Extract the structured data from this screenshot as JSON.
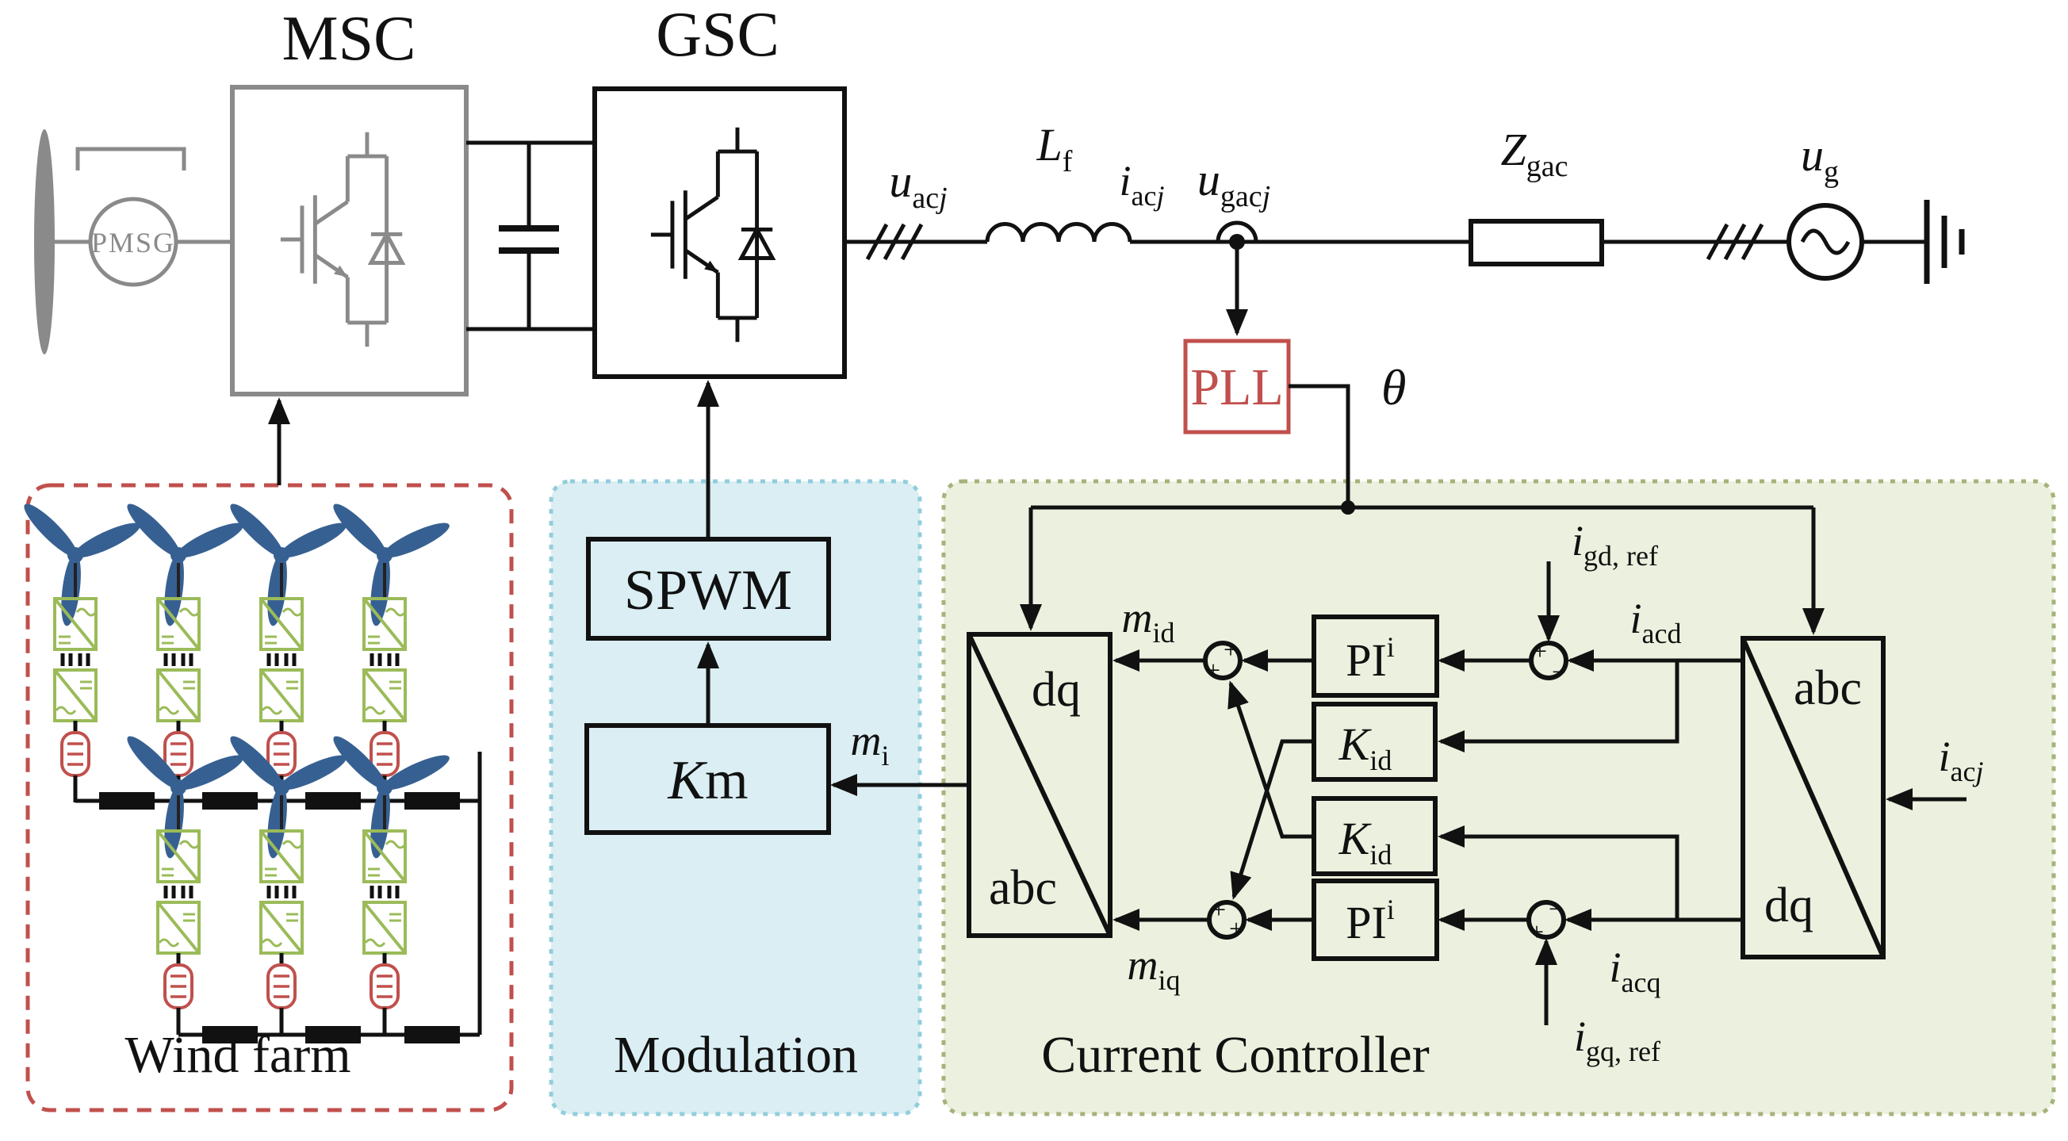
{
  "colors": {
    "gray": "#8a8a8a",
    "pll_red": "#c0504d",
    "wind_border": "#c0504d",
    "coil_red": "#c0504d",
    "blade_blue": "#376092",
    "converter_green": "#9bbb59",
    "modulation_bg": "#daeef3",
    "modulation_border": "#92cddc",
    "controller_bg": "#ebf1de",
    "controller_border": "#a6b27a"
  },
  "labels": {
    "msc": "MSC",
    "gsc": "GSC",
    "pmsg": "PMSG",
    "u_acj": {
      "base": "u",
      "sub": "ac",
      "subj": "j"
    },
    "l_f": {
      "base": "L",
      "sub": "f"
    },
    "i_acj": {
      "base": "i",
      "sub": "ac",
      "subj": "j"
    },
    "u_gacj": {
      "base": "u",
      "sub": "gac",
      "subj": "j"
    },
    "z_gac": {
      "base": "Z",
      "sub": "gac"
    },
    "u_g": {
      "base": "u",
      "sub": "g"
    },
    "pll": "PLL",
    "theta": "θ"
  },
  "wind_farm": {
    "label": "Wind farm"
  },
  "modulation": {
    "label": "Modulation",
    "spwm": "SPWM",
    "km": {
      "base": "K",
      "suffix": "m"
    },
    "m_i": {
      "base": "m",
      "sub": "i"
    }
  },
  "current_controller": {
    "label": "Current Controller",
    "dq_abc_block": {
      "top": "dq",
      "bottom": "abc"
    },
    "abc_dq_block": {
      "top": "abc",
      "bottom": "dq"
    },
    "m_id": {
      "base": "m",
      "sub": "id"
    },
    "m_iq": {
      "base": "m",
      "sub": "iq"
    },
    "pi_top": {
      "base": "PI",
      "sup": "i"
    },
    "pi_bottom": {
      "base": "PI",
      "sup": "i"
    },
    "k_top": {
      "base": "K",
      "sub": "id"
    },
    "k_bottom": {
      "base": "K",
      "sub": "id"
    },
    "i_gd_ref": {
      "base": "i",
      "sub": "gd, ref"
    },
    "i_acd": {
      "base": "i",
      "sub": "acd"
    },
    "i_acq": {
      "base": "i",
      "sub": "acq"
    },
    "i_gq_ref": {
      "base": "i",
      "sub": "gq, ref"
    },
    "i_acj_in": {
      "base": "i",
      "sub": "ac",
      "subj": "j"
    },
    "sums": {
      "s_mid": {
        "signs": [
          "+",
          "+"
        ]
      },
      "s_miq": {
        "signs": [
          "+",
          "+"
        ]
      },
      "s_d": {
        "signs": [
          "+",
          "−"
        ]
      },
      "s_q": {
        "signs": [
          "−",
          "+"
        ]
      }
    }
  }
}
